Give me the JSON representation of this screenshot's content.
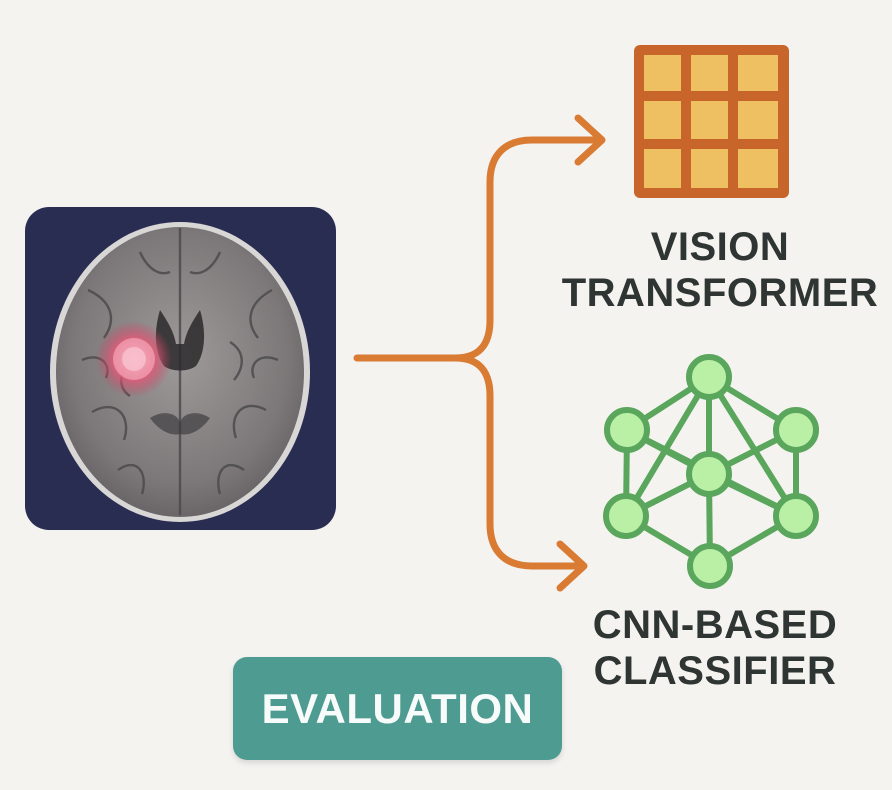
{
  "colors": {
    "background": "#f4f3f0",
    "arrow": "#d97b33",
    "grid_fill": "#efc062",
    "grid_stroke": "#c8652a",
    "network_node_fill": "#b9f0a6",
    "network_stroke": "#5aa65c",
    "scan_panel": "#2a2d52",
    "tumor_highlight": "#e15a78",
    "evaluation_fill": "#4e9b92",
    "label_text": "#2f3533"
  },
  "icons": {
    "scan": "brain-mri-icon",
    "vit": "grid-icon",
    "cnn": "neural-network-icon"
  },
  "vit": {
    "line1": "VISION",
    "line2": "TRANSFORMER"
  },
  "cnn": {
    "line1": "CNN-BASED",
    "line2": "CLASSIFIER"
  },
  "evaluation": {
    "label": "EVALUATION"
  }
}
